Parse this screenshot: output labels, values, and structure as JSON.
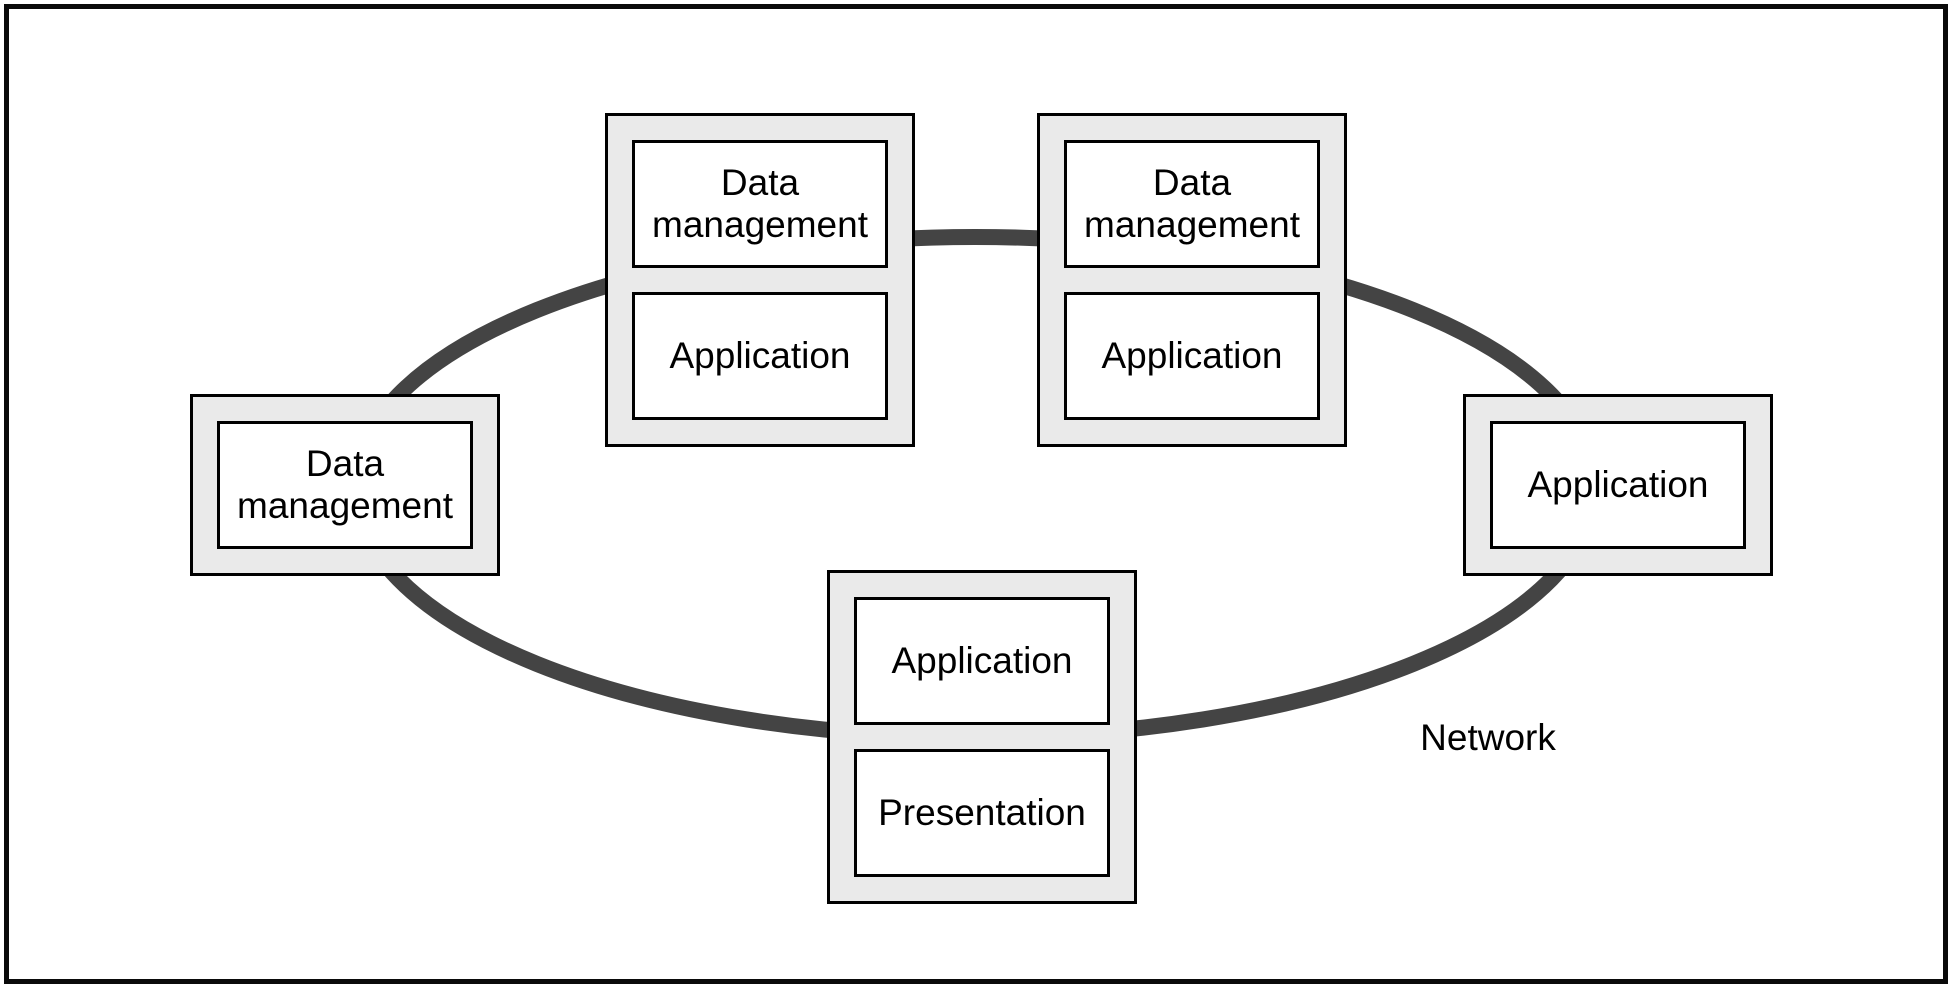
{
  "network_label": "Network",
  "nodes": [
    {
      "id": "top-left",
      "cells": [
        "Data management",
        "Application"
      ]
    },
    {
      "id": "top-right",
      "cells": [
        "Data management",
        "Application"
      ]
    },
    {
      "id": "left",
      "cells": [
        "Data management"
      ]
    },
    {
      "id": "right",
      "cells": [
        "Application"
      ]
    },
    {
      "id": "bottom",
      "cells": [
        "Application",
        "Presentation"
      ]
    }
  ],
  "colors": {
    "ring": "#444444",
    "node_fill": "#eaeaea",
    "border": "#000000",
    "background": "#ffffff",
    "text": "#000000"
  }
}
